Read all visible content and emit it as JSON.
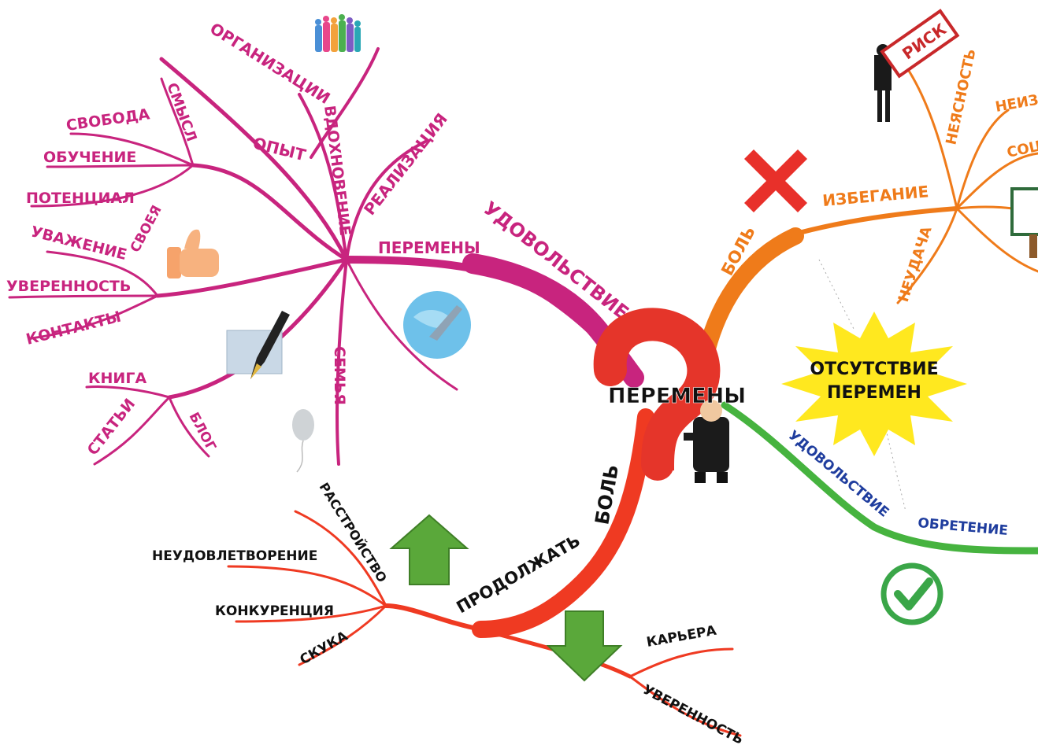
{
  "center": {
    "label": "ПЕРЕМЕНЫ"
  },
  "satisfaction_branch": {
    "main": "УДОВОЛЬСТВИЕ",
    "sub": "ПЕРЕМЕНЫ",
    "items": {
      "organizations": "ОРГАНИЗАЦИИ",
      "inspiration": "ВДОХНОВЕНИЕ",
      "realization": "РЕАЛИЗАЦИЯ",
      "experience": "ОПЫТ",
      "meaning": "СМЫСЛ",
      "freedom": "СВОБОДА",
      "learning": "ОБУЧЕНИЕ",
      "potential": "ПОТЕНЦИАЛ",
      "own": "СВОЕЯ",
      "respect": "УВАЖЕНИЕ",
      "confidence": "УВЕРЕННОСТЬ",
      "contacts": "КОНТАКТЫ",
      "book": "КНИГА",
      "articles": "СТАТЬИ",
      "blog": "БЛОГ",
      "family": "СЕМЬЯ"
    }
  },
  "pain_avoid_branch": {
    "main": "БОЛЬ",
    "sub": "ИЗБЕГАНИЕ",
    "items": {
      "uncertainty": "НЕЯСНОСТЬ",
      "unknown": "НЕИЗ",
      "social": "СОЦ",
      "failure": "НЕУДАЧА"
    },
    "risk_sign": "РИСК"
  },
  "no_change_burst": {
    "line1": "ОТСУТСТВИЕ",
    "line2": "ПЕРЕМЕН"
  },
  "gain_branch": {
    "satisfaction": "УДОВОЛЬСТВИЕ",
    "gain": "ОБРЕТЕНИЕ"
  },
  "continue_branch": {
    "pain": "БОЛЬ",
    "continue": "ПРОДОЛЖАТЬ",
    "items": {
      "frustration": "РАССТРОЙСТВО",
      "dissatisfaction": "НЕУДОВЛЕТВОРЕНИЕ",
      "competition": "КОНКУРЕНЦИЯ",
      "boredom": "СКУКА",
      "career": "КАРЬЕРА",
      "confidence": "УВЕРЕННОСТЬ"
    }
  },
  "colors": {
    "magenta": "#c8247e",
    "orange": "#ef7b1a",
    "red": "#e53a2a",
    "green": "#46b33f",
    "blue_text": "#1f3d9e",
    "burst": "#ffe81f"
  },
  "icons": [
    "people-icon",
    "thumbs-up-icon",
    "pen-paper-icon",
    "globe-plane-icon",
    "balloon-icon",
    "question-mark-icon",
    "businessman-icon",
    "red-cross-icon",
    "man-carrying-risk-icon",
    "arrow-up-icon",
    "arrow-down-icon",
    "checkmark-icon",
    "signpost-icon"
  ]
}
